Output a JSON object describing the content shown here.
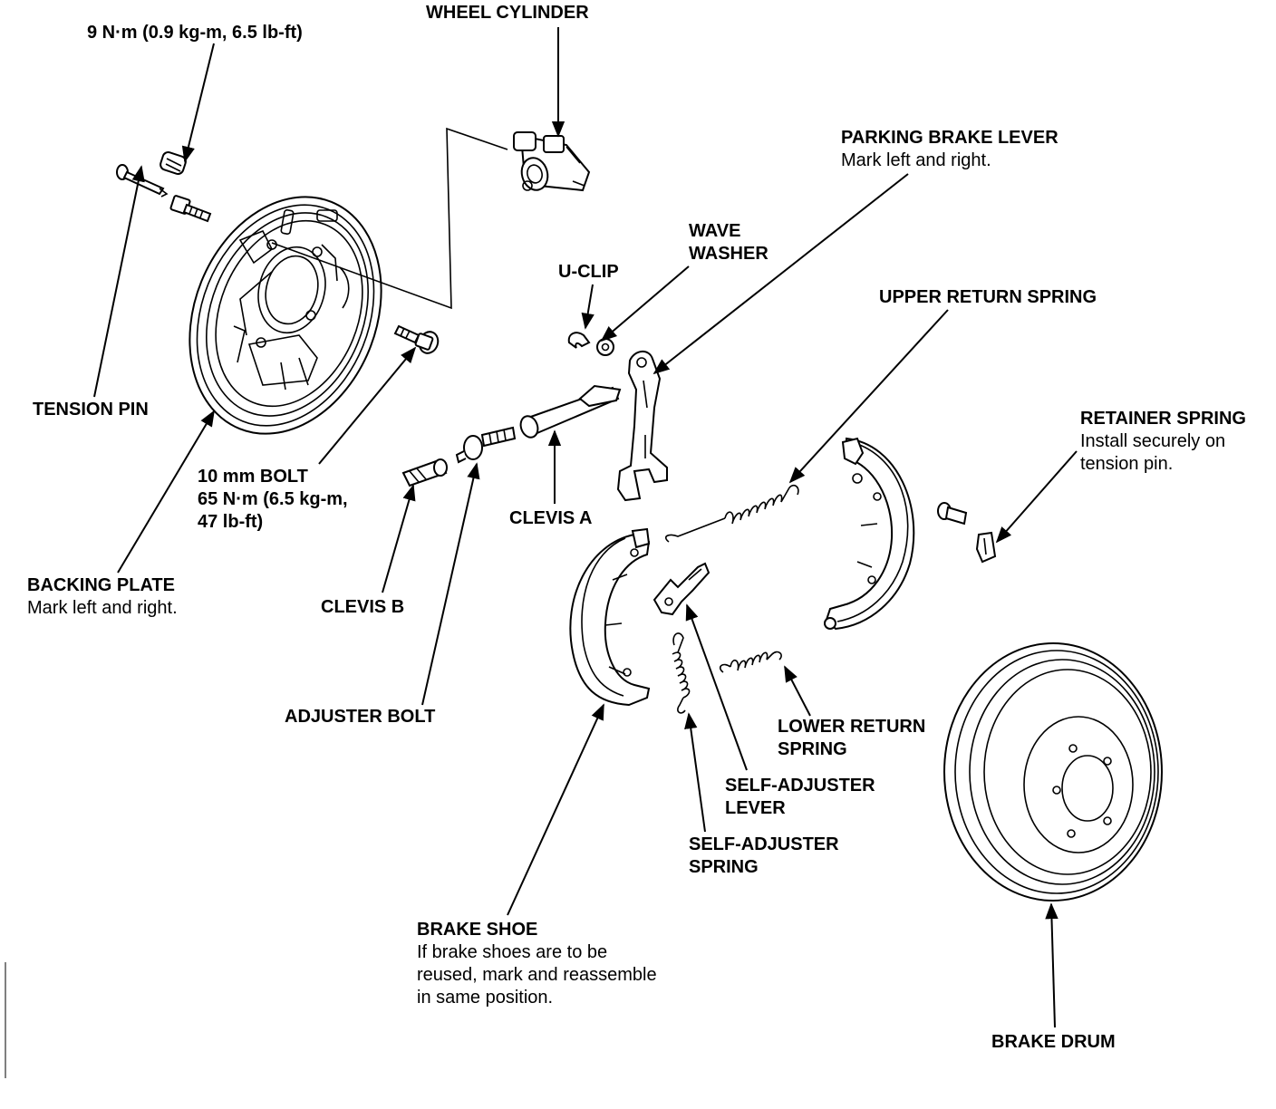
{
  "labels": {
    "torque_tension": "9 N·m (0.9 kg-m, 6.5 lb-ft)",
    "wheel_cylinder": "WHEEL CYLINDER",
    "parking_brake_lever": {
      "title": "PARKING BRAKE LEVER",
      "note": "Mark left and right."
    },
    "wave_washer": {
      "line1": "WAVE",
      "line2": "WASHER"
    },
    "u_clip": "U-CLIP",
    "upper_return_spring": "UPPER RETURN SPRING",
    "tension_pin": "TENSION PIN",
    "retainer_spring": {
      "title": "RETAINER SPRING",
      "note1": "Install securely on",
      "note2": "tension pin."
    },
    "bolt_10mm": {
      "line1": "10 mm BOLT",
      "line2": "65 N·m (6.5 kg-m,",
      "line3": "47 lb-ft)"
    },
    "clevis_a": "CLEVIS A",
    "backing_plate": {
      "title": "BACKING PLATE",
      "note": "Mark left and right."
    },
    "clevis_b": "CLEVIS B",
    "adjuster_bolt": "ADJUSTER BOLT",
    "lower_return_spring": {
      "line1": "LOWER RETURN",
      "line2": "SPRING"
    },
    "self_adjuster_lever": {
      "line1": "SELF-ADJUSTER",
      "line2": "LEVER"
    },
    "self_adjuster_spring": {
      "line1": "SELF-ADJUSTER",
      "line2": "SPRING"
    },
    "brake_shoe": {
      "title": "BRAKE SHOE",
      "note1": "If brake shoes are to be",
      "note2": "reused, mark and reassemble",
      "note3": "in same position."
    },
    "brake_drum": "BRAKE DRUM"
  }
}
